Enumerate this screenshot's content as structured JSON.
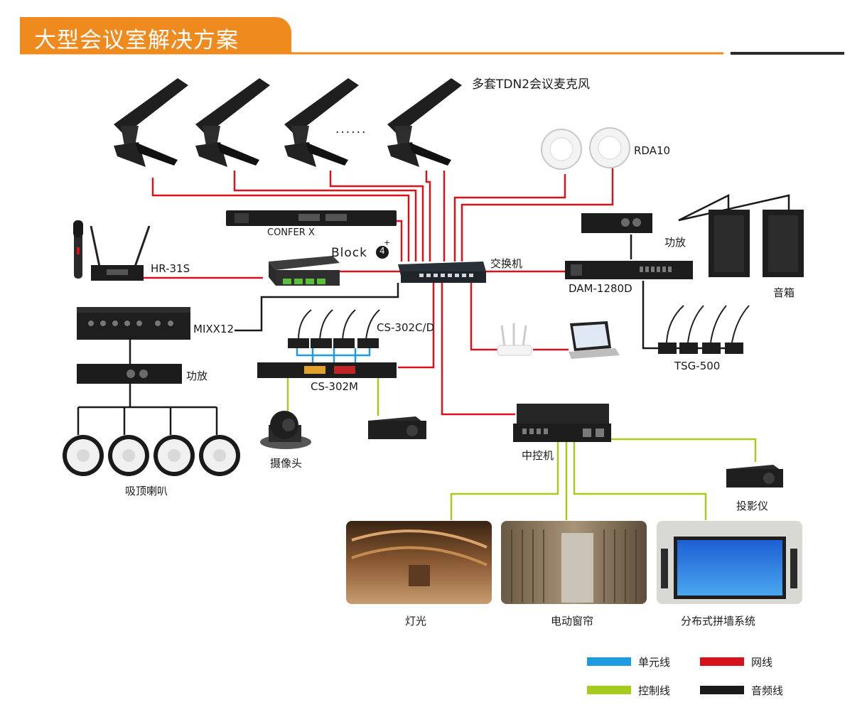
{
  "header": {
    "title": "大型会议室解决方案"
  },
  "colors": {
    "accent": "#ef8a1e",
    "unit_line": "#1e9be0",
    "network_line": "#d8121b",
    "control_line": "#a5cc1c",
    "audio_line": "#1a1a1a"
  },
  "labels": {
    "tdn2_mics": "多套TDN2会议麦克风",
    "dots": "......",
    "rda10": "RDA10",
    "confer_x": "CONFER X",
    "block4": "Block",
    "block4_num": "4",
    "block4_plus": "+",
    "switch": "交换机",
    "amp_right": "功放",
    "dam1280d": "DAM-1280D",
    "speakers": "音箱",
    "hr31s": "HR-31S",
    "mixx12": "MIXX12",
    "cs302cd": "CS-302C/D",
    "amp_left": "功放",
    "cs302m": "CS-302M",
    "tsg500": "TSG-500",
    "ceiling_speakers": "吸顶喇叭",
    "camera": "摄像头",
    "central_control": "中控机",
    "projector": "投影仪",
    "lighting": "灯光",
    "curtain": "电动窗帘",
    "video_wall": "分布式拼墙系统"
  },
  "legend": [
    {
      "label": "单元线",
      "color": "#1e9be0"
    },
    {
      "label": "网线",
      "color": "#d8121b"
    },
    {
      "label": "控制线",
      "color": "#a5cc1c"
    },
    {
      "label": "音频线",
      "color": "#1a1a1a"
    }
  ]
}
